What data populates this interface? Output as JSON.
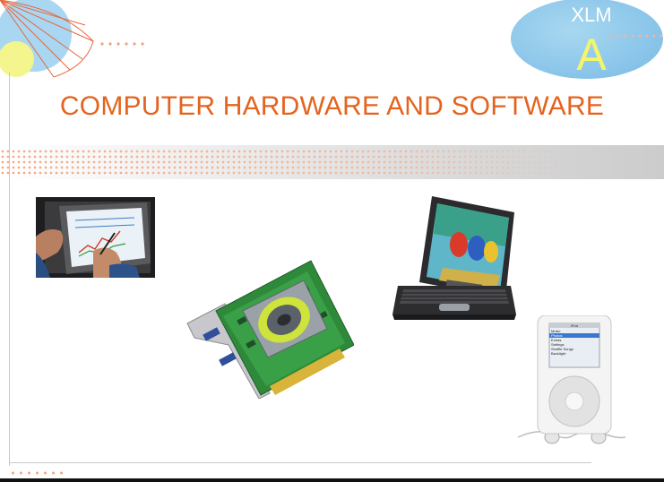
{
  "badge": {
    "line1": "XLM",
    "line2": "A"
  },
  "title": "COMPUTER HARDWARE AND SOFTWARE",
  "ipod": {
    "header": "iPod",
    "menu": [
      "Music",
      "Photos",
      "Extras",
      "Settings",
      "Shuffle Songs",
      "Backlight"
    ]
  },
  "colors": {
    "title": "#e4641f",
    "accent_dots": "#f2a988",
    "badge_fill": "#8cc6ea",
    "badge_letter": "#f5f56a"
  }
}
